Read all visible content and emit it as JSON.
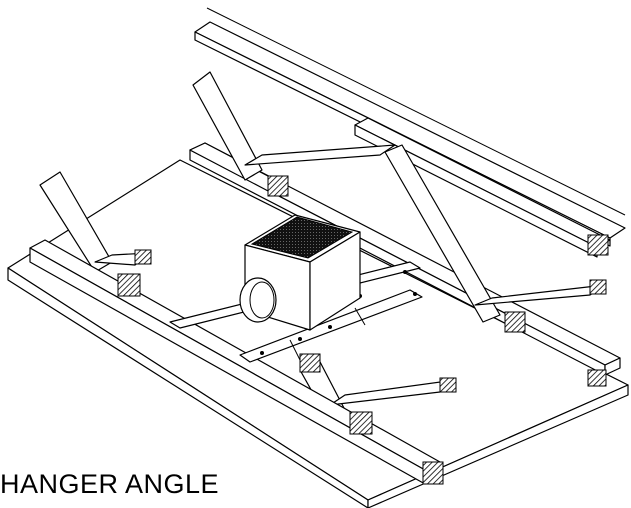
{
  "caption": {
    "text": "HANGER ANGLE"
  },
  "colors": {
    "line": "#000000",
    "background": "#ffffff",
    "grille": "#111111"
  },
  "parts": [
    "ceiling-panel",
    "t-bar-front",
    "t-bar-back",
    "joist-upper-left",
    "joist-upper-right",
    "roof-beam",
    "hanger-braces",
    "hanger-angles",
    "air-terminal-box",
    "inlet-collar",
    "grille",
    "mounting-rails"
  ]
}
